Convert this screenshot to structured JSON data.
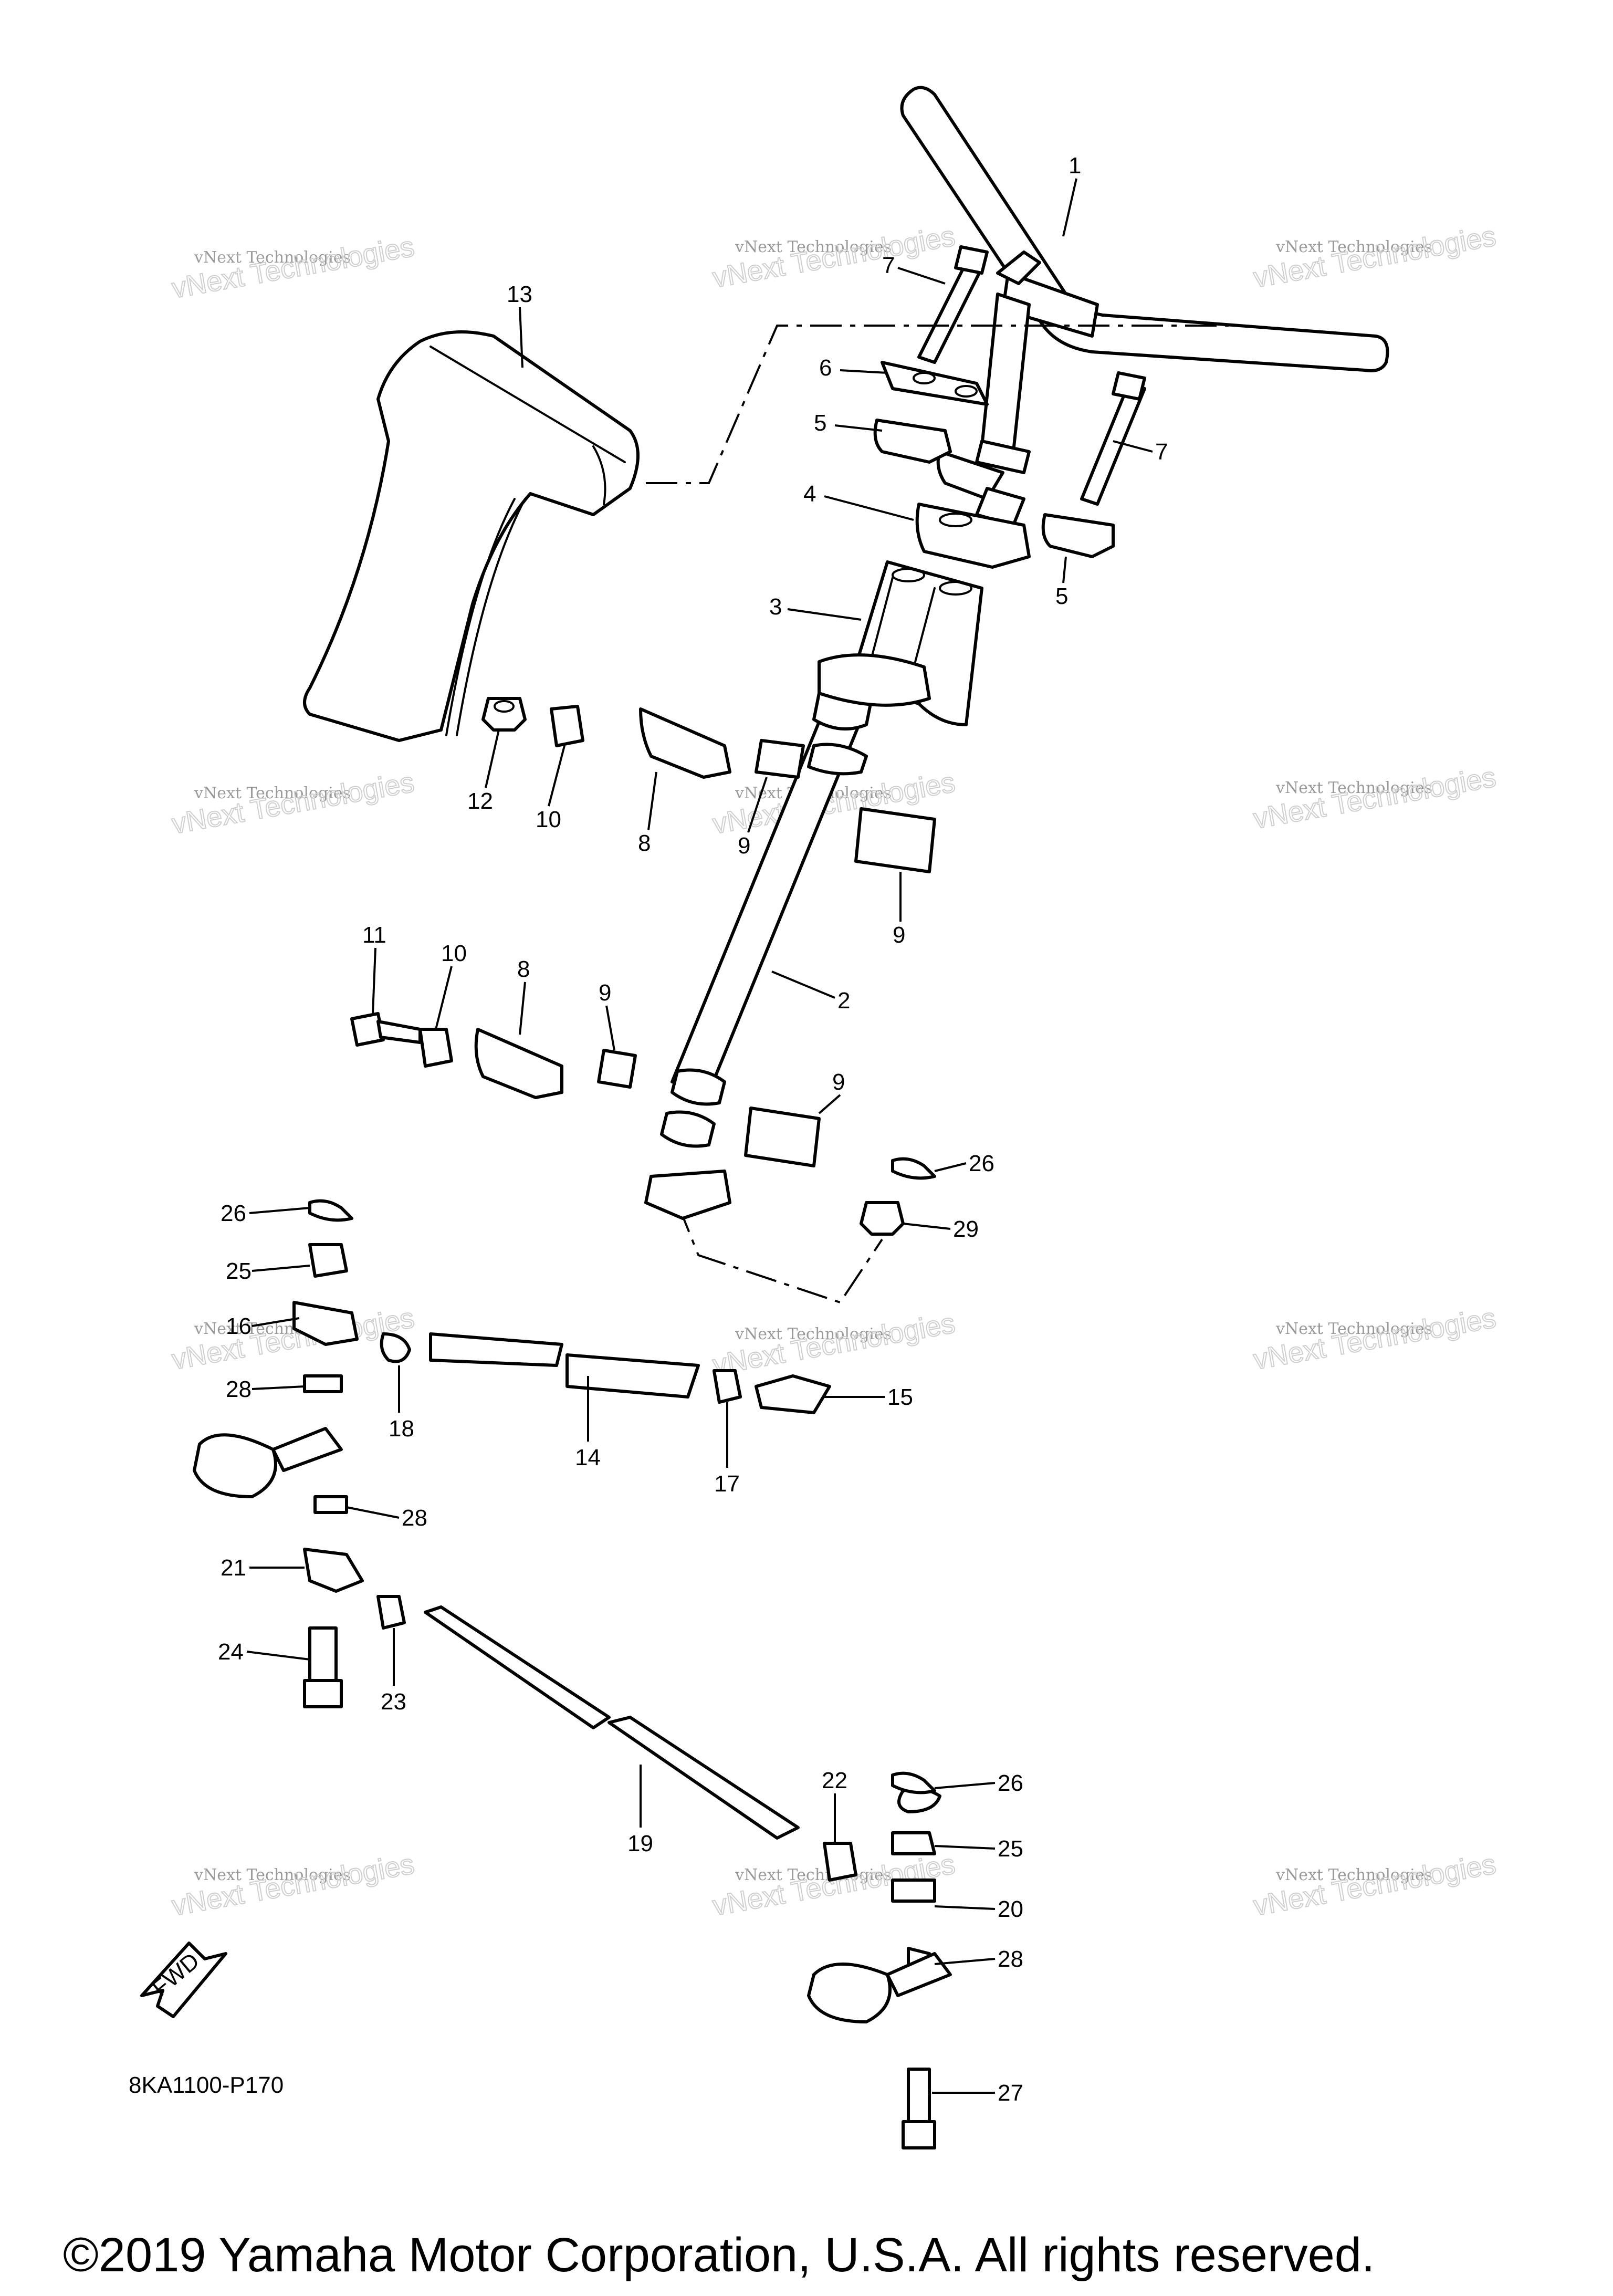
{
  "diagram": {
    "code": "8KA1100-P170",
    "copyright": "©2019 Yamaha Motor Corporation, U.S.A. All rights reserved.",
    "fwd_label": "FWD",
    "watermark": {
      "line1": "vNext Technologies",
      "line2": "vNext Technologies"
    },
    "callouts": [
      {
        "id": "c1",
        "label": "1"
      },
      {
        "id": "c2",
        "label": "2"
      },
      {
        "id": "c3",
        "label": "3"
      },
      {
        "id": "c4",
        "label": "4"
      },
      {
        "id": "c5a",
        "label": "5"
      },
      {
        "id": "c5b",
        "label": "5"
      },
      {
        "id": "c6",
        "label": "6"
      },
      {
        "id": "c7a",
        "label": "7"
      },
      {
        "id": "c7b",
        "label": "7"
      },
      {
        "id": "c8a",
        "label": "8"
      },
      {
        "id": "c8b",
        "label": "8"
      },
      {
        "id": "c9a",
        "label": "9"
      },
      {
        "id": "c9b",
        "label": "9"
      },
      {
        "id": "c9c",
        "label": "9"
      },
      {
        "id": "c9d",
        "label": "9"
      },
      {
        "id": "c10a",
        "label": "10"
      },
      {
        "id": "c10b",
        "label": "10"
      },
      {
        "id": "c11",
        "label": "11"
      },
      {
        "id": "c12",
        "label": "12"
      },
      {
        "id": "c13",
        "label": "13"
      },
      {
        "id": "c14",
        "label": "14"
      },
      {
        "id": "c15",
        "label": "15"
      },
      {
        "id": "c16",
        "label": "16"
      },
      {
        "id": "c17",
        "label": "17"
      },
      {
        "id": "c18",
        "label": "18"
      },
      {
        "id": "c19",
        "label": "19"
      },
      {
        "id": "c20",
        "label": "20"
      },
      {
        "id": "c21",
        "label": "21"
      },
      {
        "id": "c22",
        "label": "22"
      },
      {
        "id": "c23",
        "label": "23"
      },
      {
        "id": "c24",
        "label": "24"
      },
      {
        "id": "c25a",
        "label": "25"
      },
      {
        "id": "c25b",
        "label": "25"
      },
      {
        "id": "c26a",
        "label": "26"
      },
      {
        "id": "c26b",
        "label": "26"
      },
      {
        "id": "c26c",
        "label": "26"
      },
      {
        "id": "c27",
        "label": "27"
      },
      {
        "id": "c28a",
        "label": "28"
      },
      {
        "id": "c28b",
        "label": "28"
      },
      {
        "id": "c28c",
        "label": "28"
      },
      {
        "id": "c29",
        "label": "29"
      }
    ]
  }
}
